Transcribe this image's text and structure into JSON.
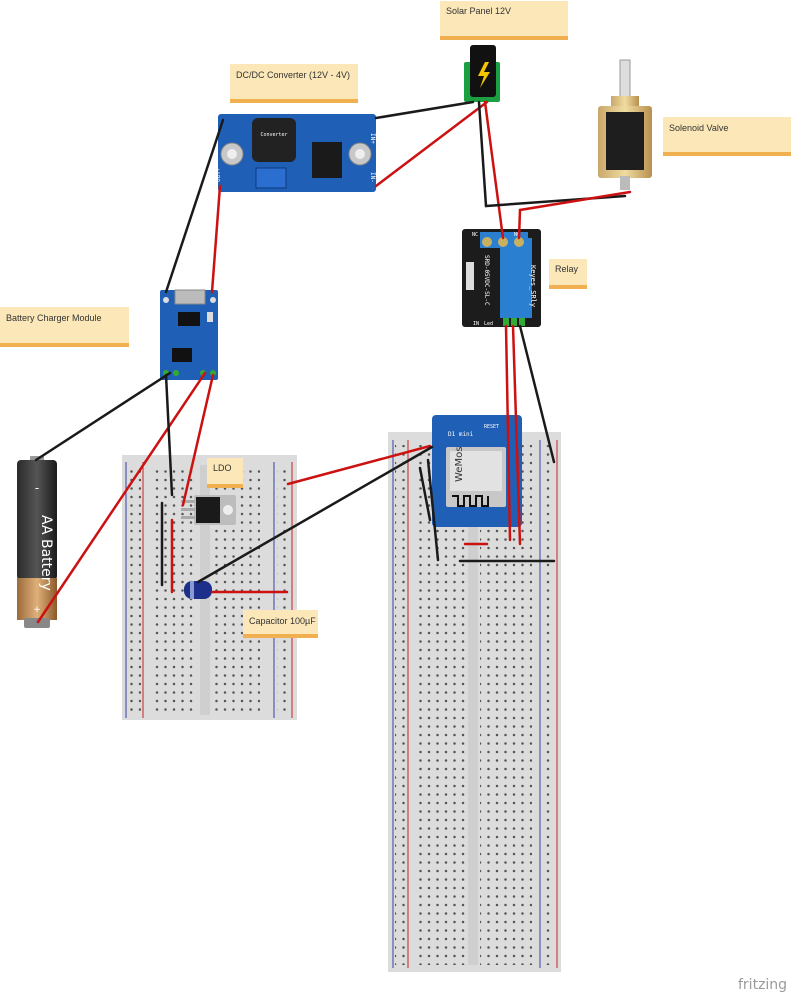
{
  "labels": {
    "solar_panel": "Solar Panel 12V",
    "dcdc": "DC/DC Converter (12V - 4V)",
    "solenoid": "Solenoid Valve",
    "relay": "Relay",
    "charger": "Battery Charger Module",
    "ldo": "LDO",
    "capacitor": "Capacitor 100µF"
  },
  "battery": {
    "label": "AA Battery",
    "minus": "-",
    "plus": "+"
  },
  "relay_board": {
    "brand": "Keyes_SRly",
    "marking": "SRD-05VDC-SL-C",
    "pin_in": "IN",
    "pin_led": "Led",
    "nc": "NC",
    "no": "NO"
  },
  "dcdc_board": {
    "in_plus": "IN+",
    "in_minus": "IN-",
    "out_plus": "OUT+",
    "out_minus": "OUT-",
    "chip_text": "Converter"
  },
  "wemos": {
    "brand": "WeMos",
    "model": "D1 mini",
    "reset": "RESET"
  },
  "watermark": "fritzing",
  "colors": {
    "wire_red": "#cc1111",
    "wire_black": "#1a1a1a",
    "note_bg": "#fbe7b8",
    "note_edge": "#f0b050",
    "board_blue": "#1f5fb5",
    "relay_bg": "#1c1c1c"
  }
}
